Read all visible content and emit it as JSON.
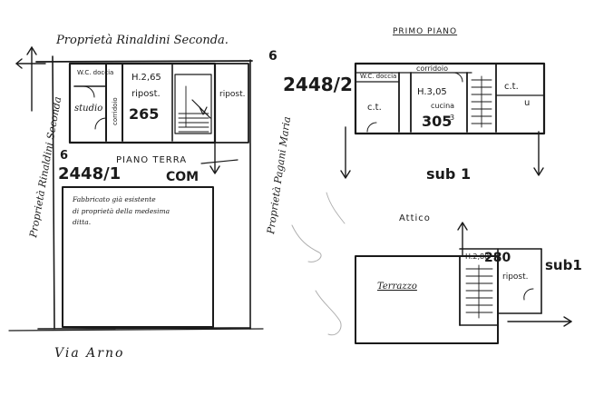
{
  "labels": {
    "owner_top": "Proprietà Rinaldini Seconda.",
    "owner_left": "Proprietà Rinaldini Seconda",
    "owner_right": "Proprietà Pagani Maria",
    "wc_doccia_ground": "W.C. doccia",
    "corridoio_ground": "corridoio",
    "studio": "studio",
    "h265": "H.2,65",
    "ripost_ground": "ripost.",
    "n265": "265",
    "ripost_right": "ripost.",
    "parcel_6_top": "6",
    "parcel_2448_2": "2448/2",
    "parcel_6_bottom": "6",
    "parcel_2448_1": "2448/1",
    "piano_terra": "PIANO TERRA",
    "com": "COM",
    "fabbricato_1": "Fabbricato già esistente",
    "fabbricato_2": "di proprietà della medesima",
    "fabbricato_3": "ditta.",
    "via_arno": "Via Arno",
    "primo_piano": "PRIMO PIANO",
    "wc_doccia_first": "W.C. doccia",
    "corridoio_first": "corridoio",
    "ct_first_left": "c.t.",
    "h305": "H.3,05",
    "cucina": "cucina",
    "n305": "305",
    "n305_sup": "3",
    "ct_first_right": "c.t.",
    "u_mark": "u",
    "sub1_first": "sub 1",
    "attico": "Attico",
    "h280": "H.2,80",
    "n280": "280",
    "sub1_attic": "sub1",
    "terrazzo": "Terrazzo",
    "ripost_attic": "ripost."
  }
}
